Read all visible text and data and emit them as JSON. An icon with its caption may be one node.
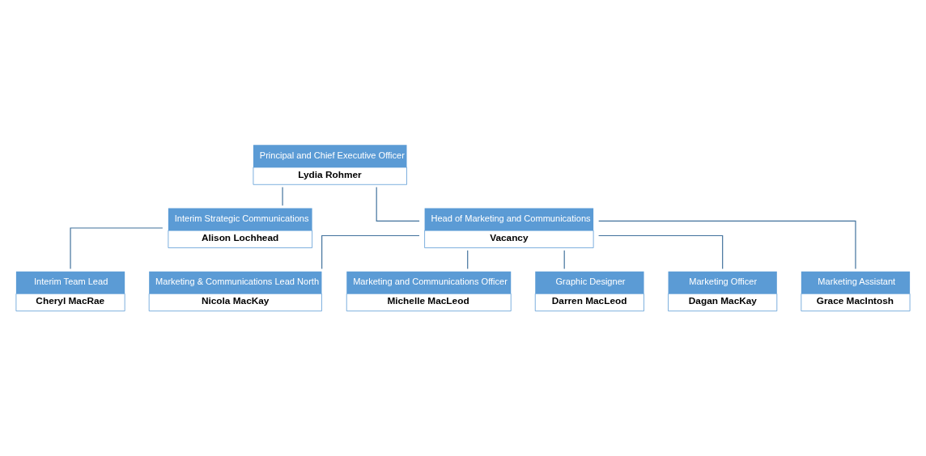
{
  "diagram": {
    "nodes": [
      {
        "text": [
          "Principal and Chief Executive Officer",
          "Lydia Rohmer"
        ]
      },
      {
        "text": [
          "Interim Strategic Communications",
          "Alison Lochhead"
        ]
      },
      {
        "text": [
          "Interim Team Lead",
          "Cheryl MacRae"
        ]
      },
      {
        "text": [
          "Head of Marketing and Communications",
          "Vacancy"
        ]
      },
      {
        "text": [
          "Marketing & Communications Lead North",
          "Nicola MacKay"
        ]
      },
      {
        "text": [
          "Marketing and Communications Officer",
          "Michelle MacLeod"
        ]
      },
      {
        "text": [
          "Graphic Designer",
          "Darren MacLeod"
        ]
      },
      {
        "text": [
          "Marketing Officer",
          "Dagan MacKay"
        ]
      },
      {
        "text": [
          "Marketing Assistant",
          "Grace MacIntosh"
        ]
      }
    ],
    "edges": [
      {
        "from": 0,
        "to": 1,
        "arrow": "none"
      },
      {
        "from": 0,
        "to": 3,
        "arrow": "none"
      },
      {
        "from": 1,
        "to": 2,
        "arrow": "none"
      },
      {
        "from": 3,
        "to": 4,
        "arrow": "none"
      },
      {
        "from": 3,
        "to": 5,
        "arrow": "none"
      },
      {
        "from": 3,
        "to": 6,
        "arrow": "none"
      },
      {
        "from": 3,
        "to": 7,
        "arrow": "none"
      },
      {
        "from": 3,
        "to": 8,
        "arrow": "none"
      }
    ]
  }
}
